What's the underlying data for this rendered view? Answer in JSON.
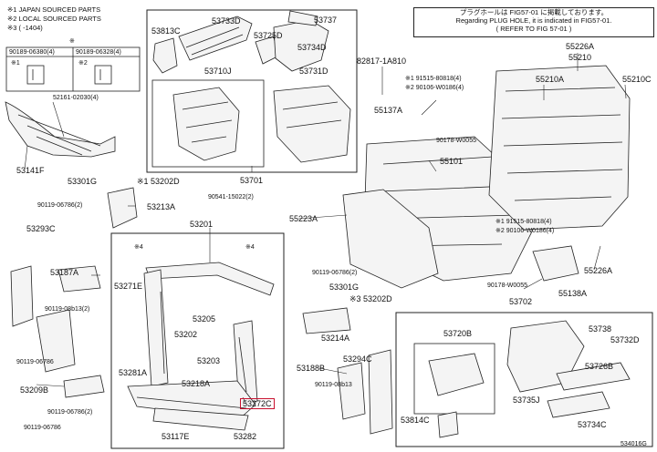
{
  "legend": {
    "line1": "※1 JAPAN SOURCED PARTS",
    "line2": "※2 LOCAL SOURCED PARTS",
    "line3": "※3 (    -1404)",
    "marker_x": "※",
    "table_left": "90189-06380(4)",
    "table_right": "90189-06328(4)",
    "sub_left": "※1",
    "sub_right": "※2"
  },
  "plug_note": {
    "line1": "プラグホールは FIG57-01 に掲載しております。",
    "line2": "Regarding PLUG HOLE, it is indicated in FIG57-01.",
    "line3": "( REFER TO FIG 57-01 )"
  },
  "labels": {
    "p53733D": "53733D",
    "p53737": "53737",
    "p53813C": "53813C",
    "p53725D": "53725D",
    "p53734D": "53734D",
    "p53710J": "53710J",
    "p53731D": "53731D",
    "p82817": "82817-1A810",
    "p52161": "52161-02030(4)",
    "p53141F": "53141F",
    "p53701": "53701",
    "p53301G": "53301G",
    "p53202D_top": "※1 53202D",
    "p90541": "90541-15022(2)",
    "p90119_06786_l": "90119-06786(2)",
    "p53213A": "53213A",
    "p53201": "53201",
    "p53293C": "53293C",
    "p53187A": "53187A",
    "p90119_08b13_l": "90119-08b13(2)",
    "p53271E": "53271E",
    "p53205": "53205",
    "p53202": "53202",
    "p53203": "53203",
    "p90119_06786_ll": "90119-06786",
    "p53281A": "53281A",
    "p53218A": "53218A",
    "p53209B": "53209B",
    "p90119_06786_b": "90119-06786(2)",
    "p90119_06786_bb": "90119-06786",
    "p53272C": "53272C",
    "p53117E": "53117E",
    "p53282": "53282",
    "p90119_06786_m": "90119-06786(2)",
    "p53301G_m": "53301G",
    "p53202D_m": "※3 53202D",
    "p53214A": "53214A",
    "p53188B": "53188B",
    "p90119_08b13_m": "90119-08b13",
    "p53294C": "53294C",
    "p53814C": "53814C",
    "p53702": "53702",
    "p53720B": "53720B",
    "p53738": "53738",
    "p53732D": "53732D",
    "p53726B": "53726B",
    "p53735J": "53735J",
    "p53734C": "53734C",
    "p55226A_top": "55226A",
    "p55210": "55210",
    "p55210A": "55210A",
    "p55210C": "55210C",
    "p91515_top": "※1 91515-80818(4)",
    "p90106_top": "※2 90106-W0186(4)",
    "p55137A": "55137A",
    "p90178_top": "90178-W0055",
    "p55101": "55101",
    "p55223A": "55223A",
    "p91515_bot": "※1 91515-80818(4)",
    "p90106_bot": "※2 90106-W0186(4)",
    "p55226A_bot": "55226A",
    "p90178_bot": "90178-W0055",
    "p55138A": "55138A",
    "p_star4a": "※4",
    "p_star4b": "※4",
    "figure_code": "534016G"
  },
  "colors": {
    "line": "#222222",
    "highlight": "#c8102e",
    "part_fill": "#f4f4f4"
  }
}
